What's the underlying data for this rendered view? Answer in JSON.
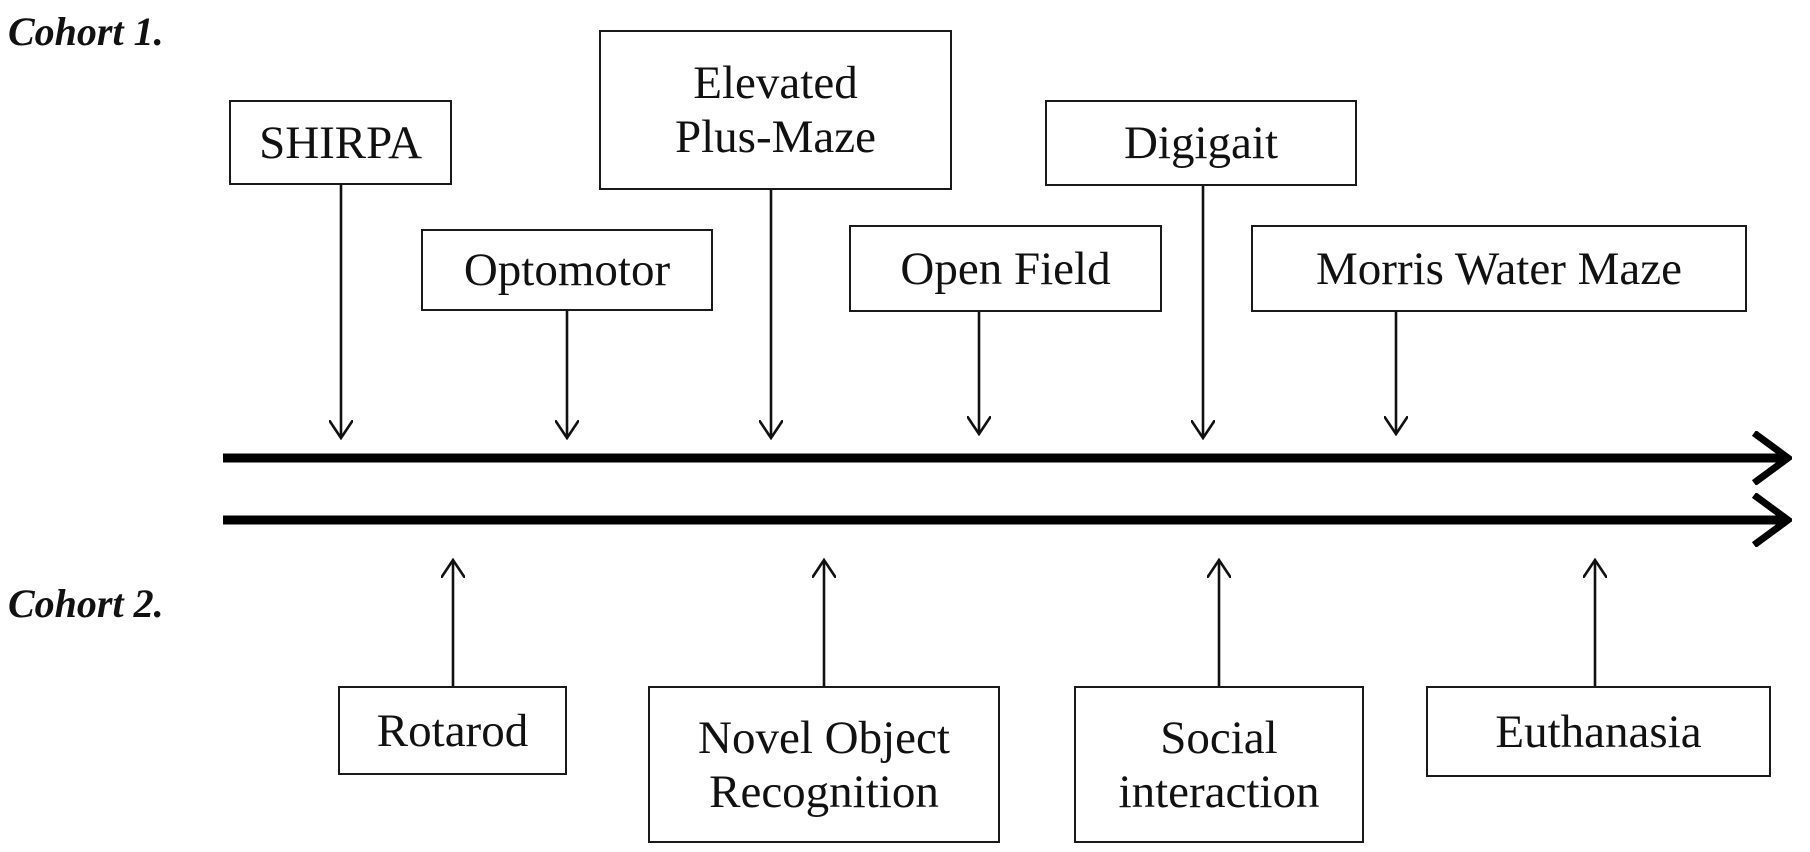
{
  "cohort_1": {
    "label": "Cohort 1.",
    "tests": [
      "SHIRPA",
      "Optomotor",
      "Elevated\nPlus-Maze",
      "Open Field",
      "Digigait",
      "Morris Water Maze"
    ]
  },
  "cohort_2": {
    "label": "Cohort 2.",
    "tests": [
      "Rotarod",
      "Novel Object\nRecognition",
      "Social\ninteraction",
      "Euthanasia"
    ]
  },
  "colors": {
    "ink": "#111111",
    "box_border": "#1a1a1a",
    "background": "#ffffff"
  }
}
